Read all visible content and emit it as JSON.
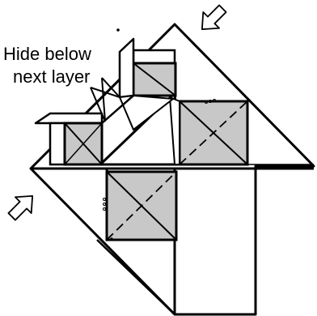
{
  "annotation": {
    "line1": "Hide below",
    "line2": "next layer"
  },
  "colors": {
    "paper": "#ffffff",
    "shade": "#c8c8c8",
    "stroke": "#000000"
  },
  "icons": {
    "push_arrows": "hollow-arrow-icon",
    "fold_lines": "dashed-valley-fold",
    "pointer_lines": "pointer-lines"
  }
}
